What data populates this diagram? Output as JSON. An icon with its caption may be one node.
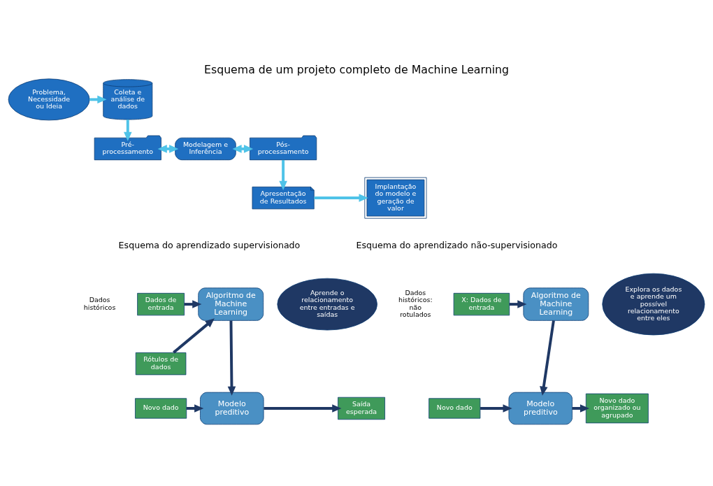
{
  "diagram": {
    "title": "Esquema de um projeto completo de Machine Learning",
    "nodes": [
      {
        "text": [
          "Problema, Necessidade ou Ideia"
        ]
      },
      {
        "text": [
          "Coleta e análise de dados"
        ]
      },
      {
        "text": [
          "Pré-processamento"
        ]
      },
      {
        "text": [
          "Modelagem e Inferência"
        ]
      },
      {
        "text": [
          "Pós-processamento"
        ]
      },
      {
        "text": [
          "Apresentação de Resultados"
        ]
      },
      {
        "text": [
          "Implantação do modelo e geração de valor"
        ]
      },
      {
        "text": [
          "Dados de entrada"
        ]
      },
      {
        "text": [
          "Rótulos de dados"
        ]
      },
      {
        "text": [
          "Algoritmo de Machine Learning"
        ]
      },
      {
        "text": [
          "Aprende o relacionamento entre entradas e saídas"
        ]
      },
      {
        "text": [
          "Novo dado"
        ]
      },
      {
        "text": [
          "Modelo preditivo"
        ]
      },
      {
        "text": [
          "Saída esperada"
        ]
      },
      {
        "text": [
          "X: Dados de entrada"
        ]
      },
      {
        "text": [
          "Algoritmo de Machine Learning"
        ]
      },
      {
        "text": [
          "Explora os dados e aprende um possível relacionamento entre eles"
        ]
      },
      {
        "text": [
          "Novo dado"
        ]
      },
      {
        "text": [
          "Modelo preditivo"
        ]
      },
      {
        "text": [
          "Novo dado organizado ou agrupado"
        ]
      }
    ],
    "edges": [
      {
        "from": 0,
        "to": 1,
        "arrow": "to",
        "color": "#4fc3e8"
      },
      {
        "from": 1,
        "to": 2,
        "arrow": "to",
        "color": "#4fc3e8"
      },
      {
        "from": 2,
        "to": 3,
        "arrow": "both",
        "color": "#4fc3e8"
      },
      {
        "from": 3,
        "to": 4,
        "arrow": "both",
        "color": "#4fc3e8"
      },
      {
        "from": 4,
        "to": 5,
        "arrow": "to",
        "color": "#4fc3e8"
      },
      {
        "from": 5,
        "to": 6,
        "arrow": "to",
        "color": "#4fc3e8"
      },
      {
        "from": 7,
        "to": 9,
        "arrow": "to"
      },
      {
        "from": 8,
        "to": 9,
        "arrow": "to"
      },
      {
        "from": 9,
        "to": 12,
        "arrow": "to"
      },
      {
        "from": 11,
        "to": 12,
        "arrow": "to"
      },
      {
        "from": 12,
        "to": 13,
        "arrow": "to"
      },
      {
        "from": 14,
        "to": 15,
        "arrow": "to"
      },
      {
        "from": 15,
        "to": 18,
        "arrow": "to"
      },
      {
        "from": 17,
        "to": 18,
        "arrow": "to"
      },
      {
        "from": 18,
        "to": 19,
        "arrow": "to"
      }
    ],
    "labels": [
      "Esquema do aprendizado supervisionado",
      "Esquema do aprendizado não-supervisionado",
      "Dados históricos",
      "Dados históricos: não rotulados"
    ]
  }
}
